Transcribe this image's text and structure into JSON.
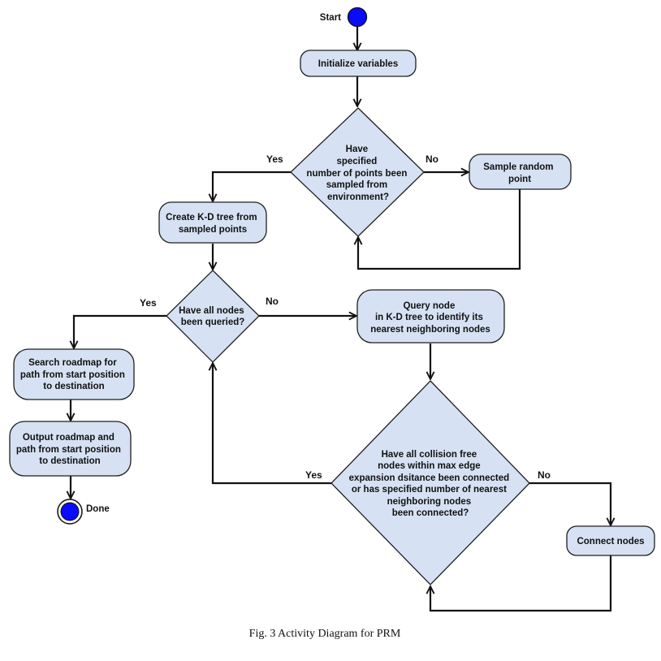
{
  "colors": {
    "node_fill": "#d6e2f3",
    "terminal_fill": "#0a0aff",
    "stroke": "#111111"
  },
  "start": {
    "label": "Start"
  },
  "done": {
    "label": "Done"
  },
  "nodes": {
    "init": {
      "lines": [
        "Initialize variables"
      ]
    },
    "sample_random": {
      "lines": [
        "Sample random",
        "point"
      ]
    },
    "create_kd": {
      "lines": [
        "Create K-D tree from",
        "sampled points"
      ]
    },
    "query_node": {
      "lines": [
        "Query node",
        "in K-D tree to identify its",
        "nearest neighboring nodes"
      ]
    },
    "search_roadmap": {
      "lines": [
        "Search roadmap for",
        "path from start position",
        "to destination"
      ]
    },
    "output_roadmap": {
      "lines": [
        "Output roadmap and",
        "path from start position",
        "to destination"
      ]
    },
    "connect_nodes": {
      "lines": [
        "Connect nodes"
      ]
    }
  },
  "decisions": {
    "points_sampled": {
      "lines": [
        "Have",
        "specified",
        "number of points been",
        "sampled from",
        "environment?"
      ],
      "yes": "Yes",
      "no": "No"
    },
    "nodes_queried": {
      "lines": [
        "Have all nodes",
        "been queried?"
      ],
      "yes": "Yes",
      "no": "No"
    },
    "collision_free": {
      "lines": [
        "Have all collision free",
        "nodes within max edge",
        "expansion dsitance been connected",
        "or has specified number of nearest",
        "neighboring nodes",
        "been connected?"
      ],
      "yes": "Yes",
      "no": "No"
    }
  },
  "caption": "Fig. 3 Activity Diagram for PRM"
}
